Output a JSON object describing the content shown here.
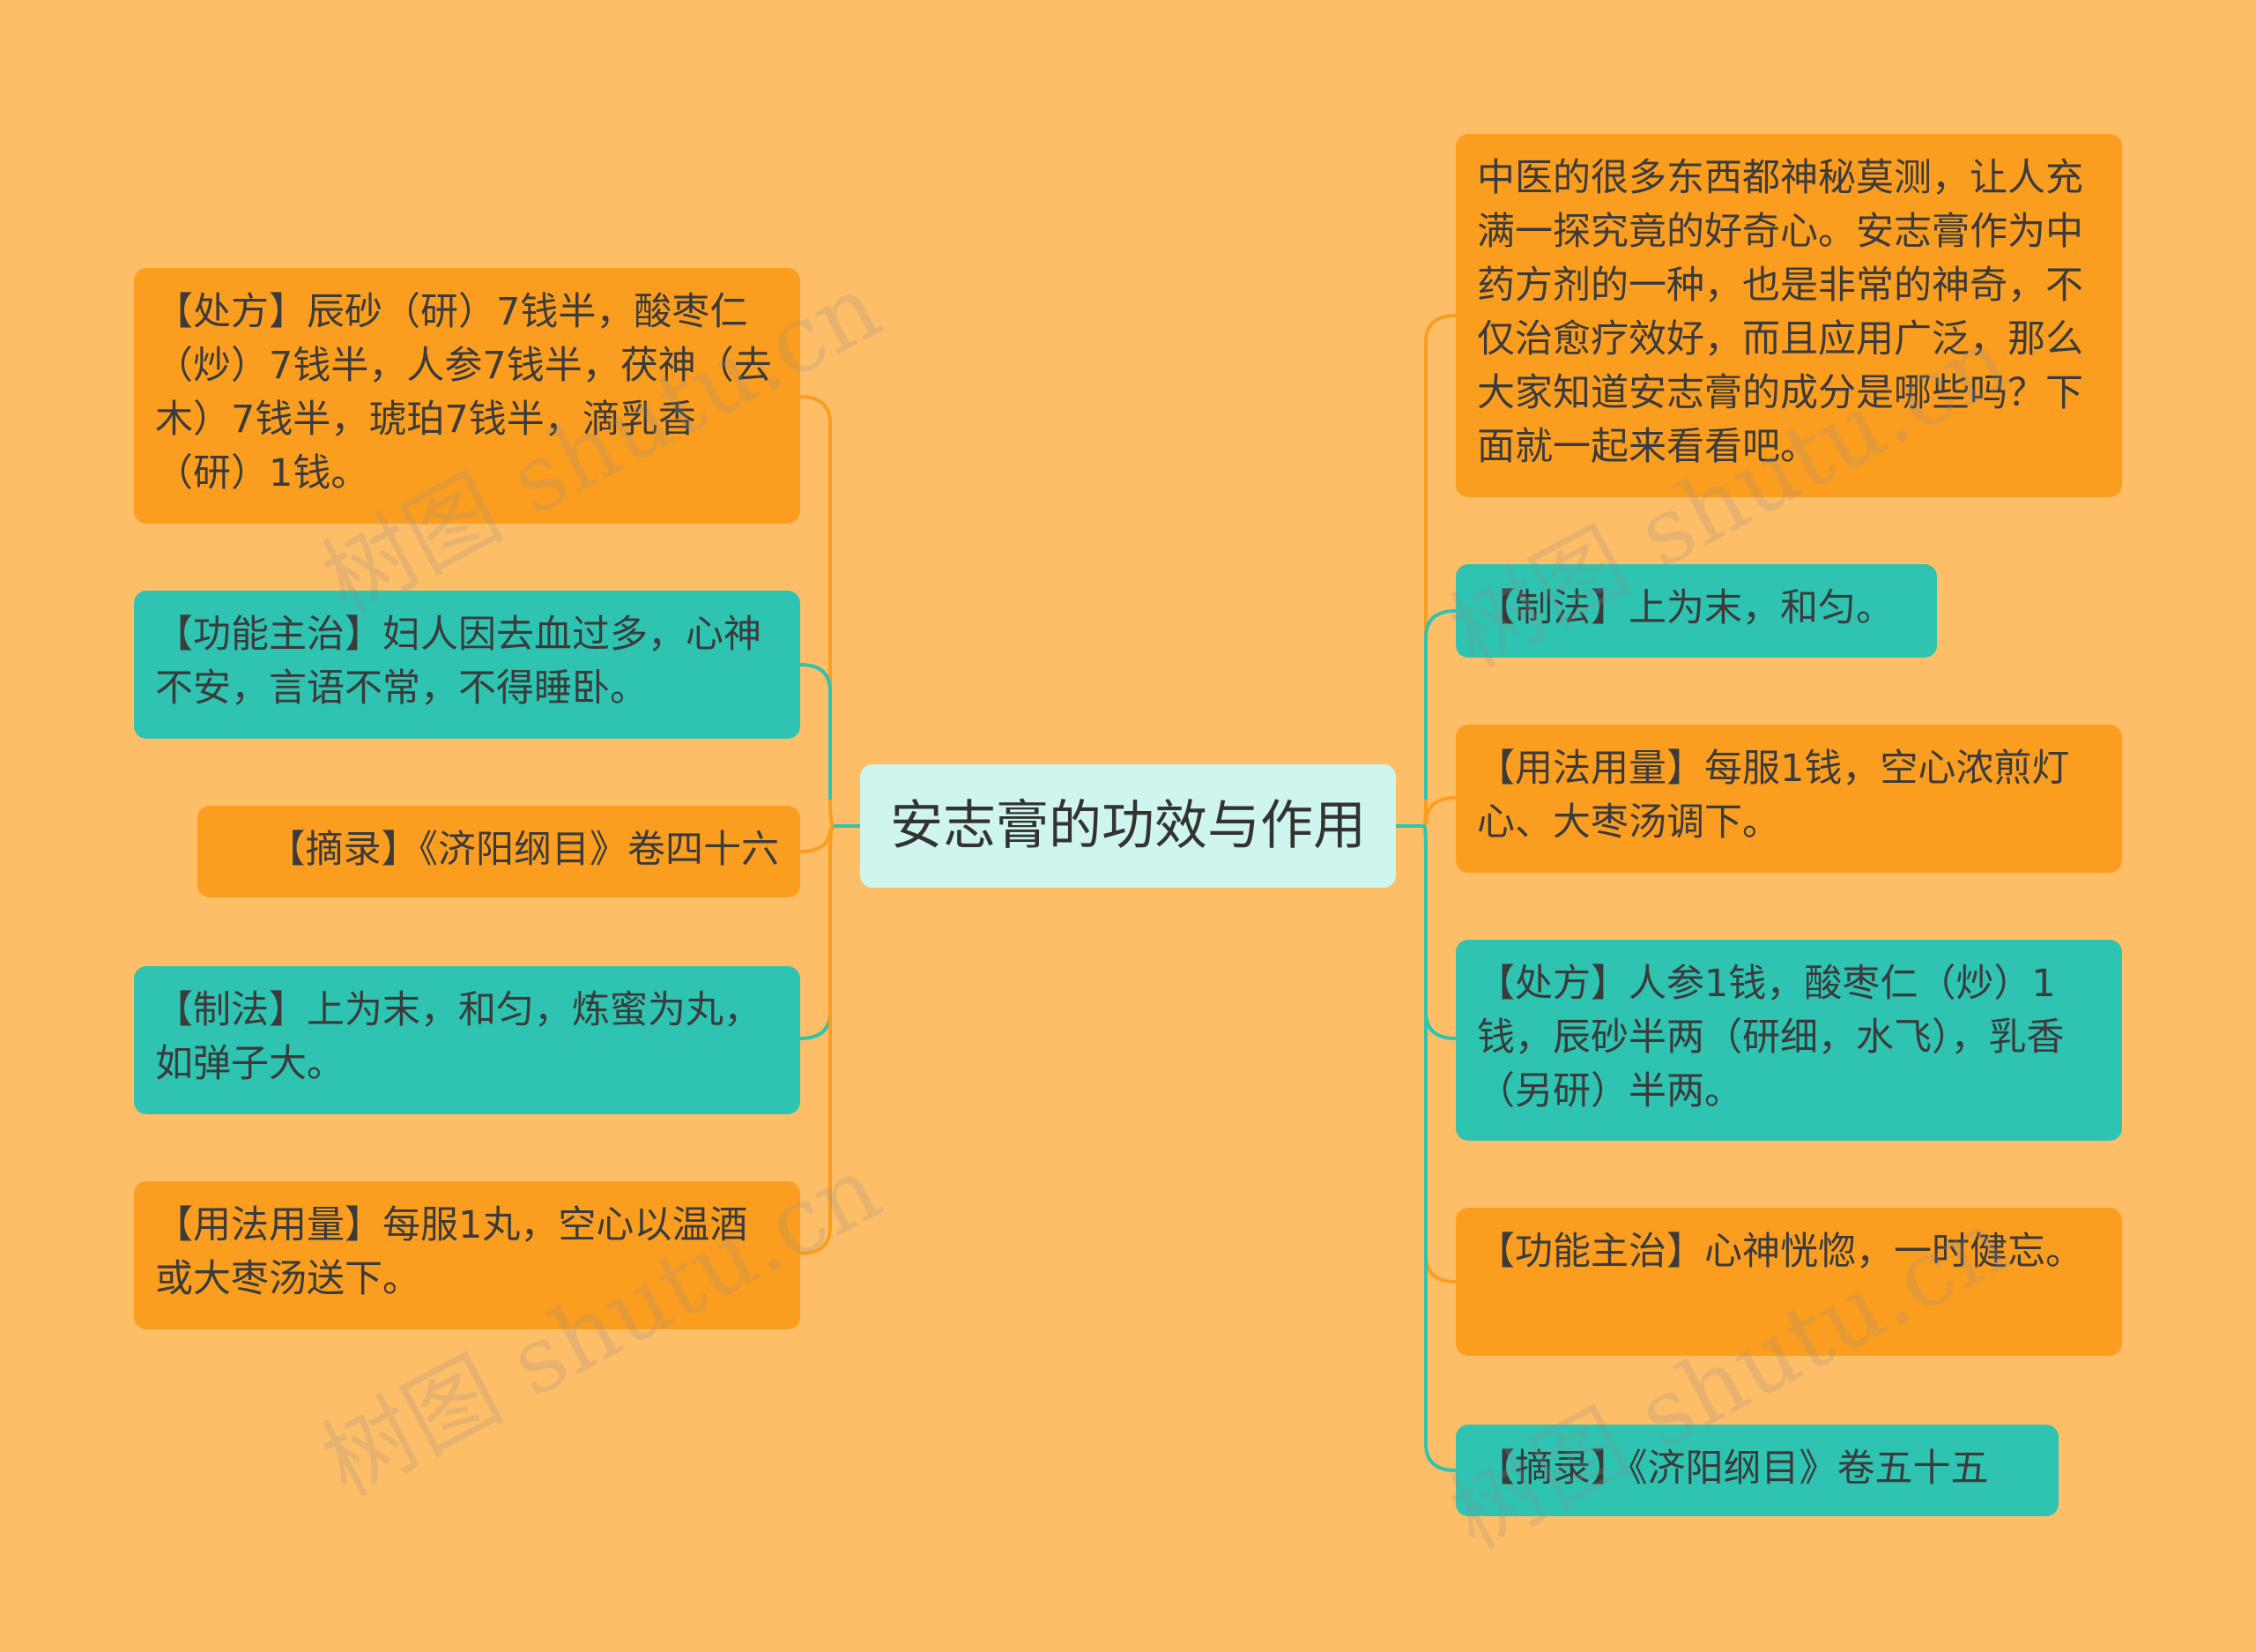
{
  "title": "安志膏的功效与作用",
  "colors": {
    "background": "#FEBE67",
    "orange": "#FB9E1F",
    "teal": "#2EC4B1",
    "center": "#CFF5EF"
  },
  "left": [
    "【处方】辰砂（研）7钱半，酸枣仁（炒）7钱半，人参7钱半，茯神（去木）7钱半，琥珀7钱半，滴乳香（研）1钱。",
    "【功能主治】妇人因去血过多，心神不安，言语不常，不得睡卧。",
    "【摘录】《济阳纲目》卷四十六",
    "【制法】上为末，和匀，炼蜜为丸，如弹子大。",
    "【用法用量】每服1丸，空心以温酒或大枣汤送下。"
  ],
  "right": [
    "中医的很多东西都神秘莫测，让人充满一探究竟的好奇心。安志膏作为中药方剂的一种，也是非常的神奇，不仅治愈疗效好，而且应用广泛，那么大家知道安志膏的成分是哪些吗？下面就一起来看看吧。",
    "【制法】上为末，和匀。",
    "【用法用量】每服1钱，空心浓煎灯心、大枣汤调下。",
    "【处方】人参1钱，酸枣仁（炒）1钱，辰砂半两（研细，水飞），乳香（另研）半两。",
    "【功能主治】心神恍惚，一时健忘。",
    "【摘录】《济阳纲目》卷五十五"
  ],
  "watermark": "树图 shutu.cn"
}
